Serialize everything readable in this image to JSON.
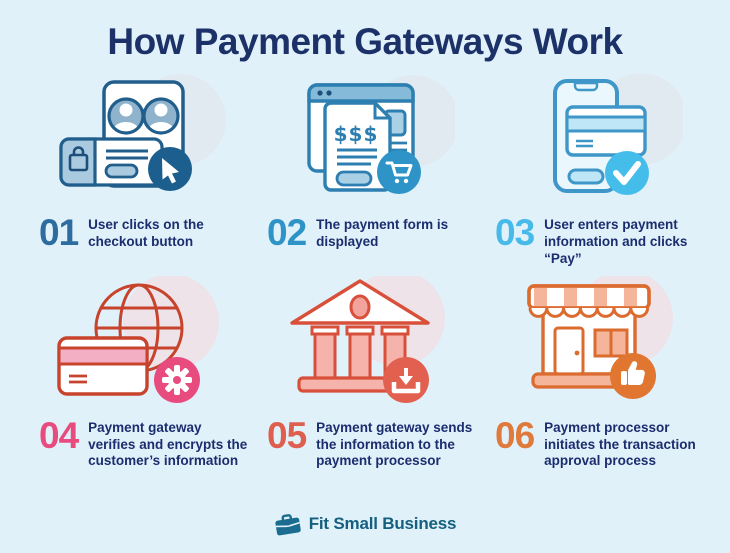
{
  "title": "How Payment Gateways Work",
  "steps": [
    {
      "number": "01",
      "text": "User clicks on the checkout button",
      "accent_color": "#2D6C9E",
      "icon": "checkout-click-icon"
    },
    {
      "number": "02",
      "text": "The payment form is displayed",
      "accent_color": "#2E93C6",
      "icon": "payment-form-icon"
    },
    {
      "number": "03",
      "text": "User enters payment information and clicks “Pay”",
      "accent_color": "#47BAE9",
      "icon": "enter-payment-info-icon"
    },
    {
      "number": "04",
      "text": "Payment gateway verifies and encrypts the customer’s information",
      "accent_color": "#E84C7E",
      "icon": "verify-encrypt-icon"
    },
    {
      "number": "05",
      "text": "Payment gateway sends the information to the payment processor",
      "accent_color": "#DE5F50",
      "icon": "send-to-processor-icon"
    },
    {
      "number": "06",
      "text": "Payment processor initiates the transaction approval process",
      "accent_color": "#E07A3C",
      "icon": "transaction-approval-icon"
    }
  ],
  "footer": {
    "brand": "Fit Small Business"
  },
  "colors": {
    "background": "#E0F1FA",
    "title_text": "#1C3168",
    "body_text": "#1B2D6E",
    "brand_teal": "#14607E",
    "row1_blue_dark": "#215E8C",
    "row1_blue_mid": "#2E93C6",
    "row1_blue_light": "#47BAE9",
    "row2_pink": "#E84C7E",
    "row2_salmon": "#DE5F50",
    "row2_orange": "#E07A3C"
  }
}
